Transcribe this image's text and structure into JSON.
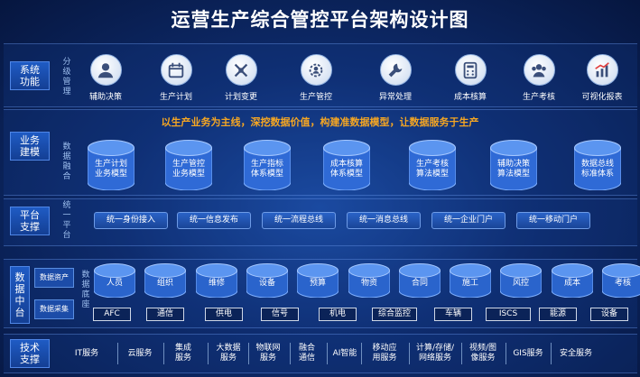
{
  "title": "运营生产综合管控平台架构设计图",
  "rows": {
    "system": {
      "label": "系统功能",
      "vlabel": "分级管理"
    },
    "business": {
      "label": "业务建模",
      "vlabel": "数据融合"
    },
    "platform": {
      "label": "平台支撑",
      "vlabel": "统一平台"
    },
    "datacenter": {
      "label": "数据中台",
      "vlabel": "数据底座",
      "sub1": "数据资产",
      "sub2": "数据采集"
    },
    "tech": {
      "label": "技术支撑"
    }
  },
  "functions": [
    {
      "label": "辅助决策",
      "icon": "person-icon"
    },
    {
      "label": "生产计划",
      "icon": "calendar-icon"
    },
    {
      "label": "计划变更",
      "icon": "tools-icon"
    },
    {
      "label": "生产管控",
      "icon": "gear-person-icon"
    },
    {
      "label": "异常处理",
      "icon": "wrench-icon"
    },
    {
      "label": "成本核算",
      "icon": "calculator-icon"
    },
    {
      "label": "生产考核",
      "icon": "group-icon"
    },
    {
      "label": "可视化报表",
      "icon": "chart-icon"
    }
  ],
  "slogan": "以生产业务为主线，深挖数据价值，构建准数据模型，让数据服务于生产",
  "models": [
    {
      "line1": "生产计划",
      "line2": "业务模型"
    },
    {
      "line1": "生产管控",
      "line2": "业务模型"
    },
    {
      "line1": "生产指标",
      "line2": "体系模型"
    },
    {
      "line1": "成本核算",
      "line2": "体系模型"
    },
    {
      "line1": "生产考核",
      "line2": "算法模型"
    },
    {
      "line1": "辅助决策",
      "line2": "算法模型"
    },
    {
      "line1": "数据总线",
      "line2": "标准体系"
    }
  ],
  "platform_items": [
    "统一身份接入",
    "统一信息发布",
    "统一流程总线",
    "统一消息总线",
    "统一企业门户",
    "统一移动门户"
  ],
  "data_assets": [
    "人员",
    "组织",
    "维修",
    "设备",
    "预算",
    "物资",
    "合同",
    "施工",
    "风控",
    "成本",
    "考核"
  ],
  "data_sources": [
    "AFC",
    "通信",
    "供电",
    "信号",
    "机电",
    "综合监控",
    "车辆",
    "ISCS",
    "能源",
    "设备"
  ],
  "tech_items": [
    {
      "line1": "IT服务",
      "line2": ""
    },
    {
      "line1": "云服务",
      "line2": ""
    },
    {
      "line1": "集成",
      "line2": "服务"
    },
    {
      "line1": "大数据",
      "line2": "服务"
    },
    {
      "line1": "物联网",
      "line2": "服务"
    },
    {
      "line1": "融合",
      "line2": "通信"
    },
    {
      "line1": "AI智能",
      "line2": ""
    },
    {
      "line1": "移动应",
      "line2": "用服务"
    },
    {
      "line1": "计算/存储/",
      "line2": "网络服务"
    },
    {
      "line1": "视频/图",
      "line2": "像服务"
    },
    {
      "line1": "GIS服务",
      "line2": ""
    },
    {
      "line1": "安全服务",
      "line2": ""
    }
  ],
  "colors": {
    "accent": "#f5a623",
    "cylinder": "#3a78e0",
    "background": "#0e2c6e"
  }
}
